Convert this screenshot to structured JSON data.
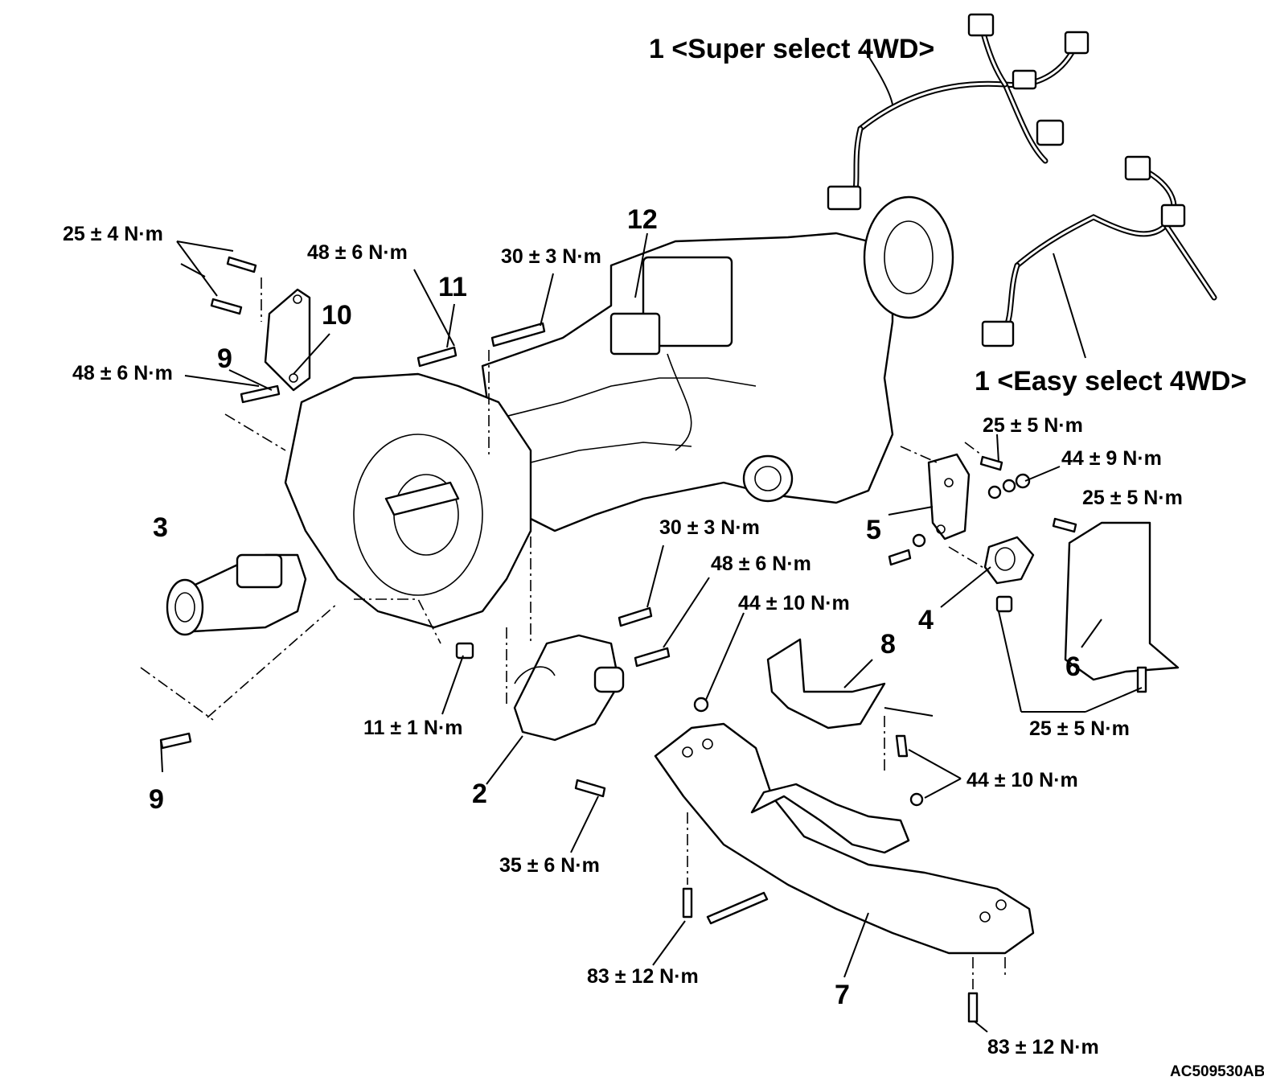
{
  "harness_super_select": "1 <Super select 4WD>",
  "harness_easy_select": "1 <Easy select 4WD>",
  "callouts": {
    "c2": "2",
    "c3": "3",
    "c4": "4",
    "c5": "5",
    "c6": "6",
    "c7": "7",
    "c8": "8",
    "c9_upper": "9",
    "c9_lower": "9",
    "c10": "10",
    "c11": "11",
    "c12": "12"
  },
  "torques": {
    "t_25_4": "25 ± 4 N·m",
    "t_48_6_upper": "48 ± 6 N·m",
    "t_30_3_upper": "30 ± 3 N·m",
    "t_48_6_left": "48 ± 6 N·m",
    "t_25_5_top": "25 ± 5 N·m",
    "t_44_9": "44 ± 9 N·m",
    "t_25_5_right": "25 ± 5 N·m",
    "t_30_3_mid": "30 ± 3 N·m",
    "t_48_6_mid": "48 ± 6 N·m",
    "t_44_10_upper": "44 ± 10 N·m",
    "t_11_1": "11 ± 1 N·m",
    "t_25_5_bottom": "25 ± 5 N·m",
    "t_44_10_right": "44 ± 10 N·m",
    "t_35_6": "35 ± 6 N·m",
    "t_83_12_left": "83 ± 12 N·m",
    "t_83_12_right": "83 ± 12 N·m"
  },
  "figure_code": "AC509530AB"
}
